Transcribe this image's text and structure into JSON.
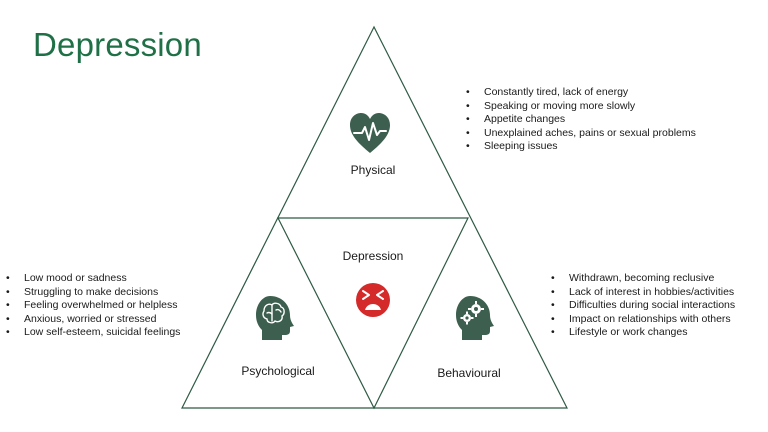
{
  "title": "Depression",
  "nodes": {
    "physical": {
      "label": "Physical",
      "icon": "heart-pulse-icon",
      "items": [
        "Constantly tired, lack of energy",
        "Speaking or moving more slowly",
        "Appetite changes",
        "Unexplained aches, pains or sexual problems",
        "Sleeping issues"
      ]
    },
    "center": {
      "label": "Depression",
      "icon": "distressed-face-icon"
    },
    "psychological": {
      "label": "Psychological",
      "icon": "brain-head-icon",
      "items": [
        "Low mood or sadness",
        "Struggling to make decisions",
        "Feeling overwhelmed or helpless",
        "Anxious, worried or stressed",
        "Low self-esteem, suicidal feelings"
      ]
    },
    "behavioural": {
      "label": "Behavioural",
      "icon": "gears-head-icon",
      "items": [
        "Withdrawn, becoming reclusive",
        "Lack of interest in hobbies/activities",
        "Difficulties during social interactions",
        "Impact on relationships with others",
        "Lifestyle or work changes"
      ]
    }
  },
  "colors": {
    "title": "#1f7046",
    "icon": "#3d5f4f",
    "stroke": "#2e5a44",
    "face": "#d42a2a"
  }
}
